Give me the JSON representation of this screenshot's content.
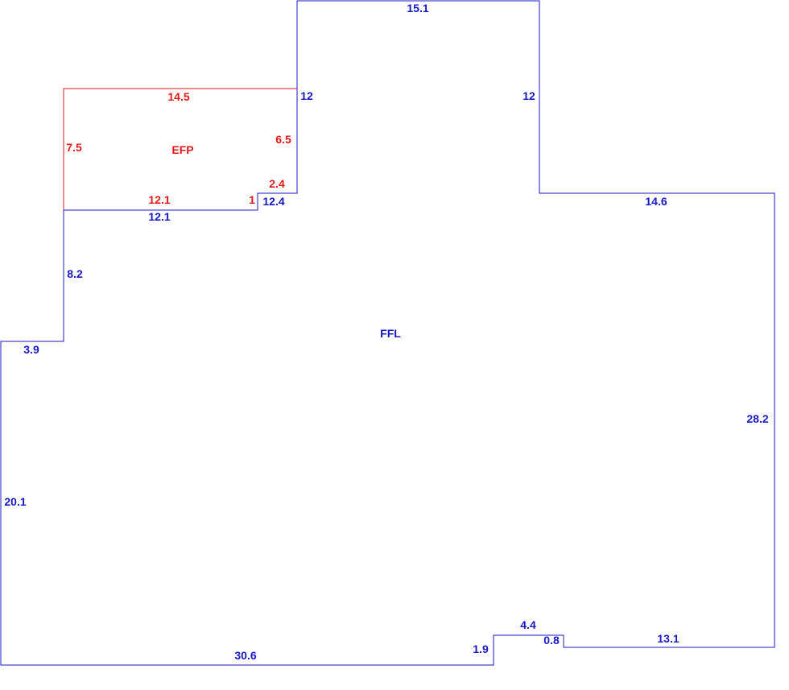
{
  "colors": {
    "ffl": "#1818c0",
    "efp": "#e01818",
    "background": "#ffffff"
  },
  "areas": [
    {
      "key": "ffl",
      "label": "FFL",
      "color": "#1818c0",
      "dimensions": [
        "15.1",
        "12",
        "12",
        "14.6",
        "28.2",
        "13.1",
        "0.8",
        "4.4",
        "1.9",
        "30.6",
        "20.1",
        "3.9",
        "8.2",
        "12.1",
        "12.4"
      ]
    },
    {
      "key": "efp",
      "label": "EFP",
      "color": "#e01818",
      "dimensions": [
        "14.5",
        "7.5",
        "6.5",
        "2.4",
        "12.1",
        "1"
      ]
    }
  ]
}
